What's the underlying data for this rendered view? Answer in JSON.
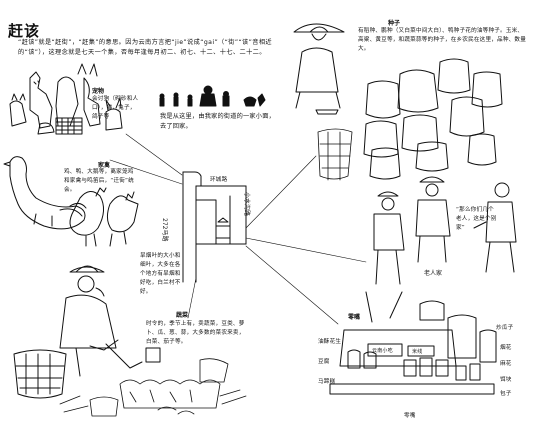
{
  "title": "赶该",
  "intro": "“赶该”就是“赶街”，“赶集”的意思。因为云南方言把“jie”说成“gai”（“街”“该”音相近的“该”），这理念就是七天一个集，否每年逢每月初二、初七、十二、十七、二十二。",
  "pets": {
    "label": "宠物",
    "text": "会讨狗（砌砂和人口），猫，兔子，鸽子等"
  },
  "poultry": {
    "label": "家禽",
    "text": "鸡、鸭、大鹅等，离家笼鸡和家禽与鸣笛后，“迁街”统会。"
  },
  "seeds": {
    "label": "种子",
    "text": "有稻种、鹏种（又白菜中间大白）、鸭种子花的油等种子。玉米、高粱、黄豆等，和蔬菜蒜等的种子，在乡农民在这里，品种、数量大。"
  },
  "map": {
    "note": "我是从这里，由我家的街道的一家小面，去了回家。",
    "road_left": "272马路",
    "road_top": "环城路",
    "road_right": "小水沟路"
  },
  "tobacco": {
    "text": "旱烟叶的大小和细叶，大多在各个地方有旱烟和好吃，白兰村不好。"
  },
  "veg": {
    "label": "蔬菜",
    "text": "时令的，季节上有，卖蔬菜，豆类、萝卜、瓜、葱、蒜，大多数的菜农来卖，白菜、茄子等。"
  },
  "old_men": {
    "text": "“那么你们几个老人，这是个别家”",
    "label": "老人家"
  },
  "snacks": {
    "label": "零嘴",
    "items": [
      "油酥花生",
      "豆腐",
      "马蹄糕",
      "炒瓜子",
      "烟花",
      "麻花",
      "饵块",
      "包子"
    ]
  },
  "stall": {
    "sign_left": "云南小吃",
    "sign_right": "米线",
    "bottom": "零嘴"
  }
}
